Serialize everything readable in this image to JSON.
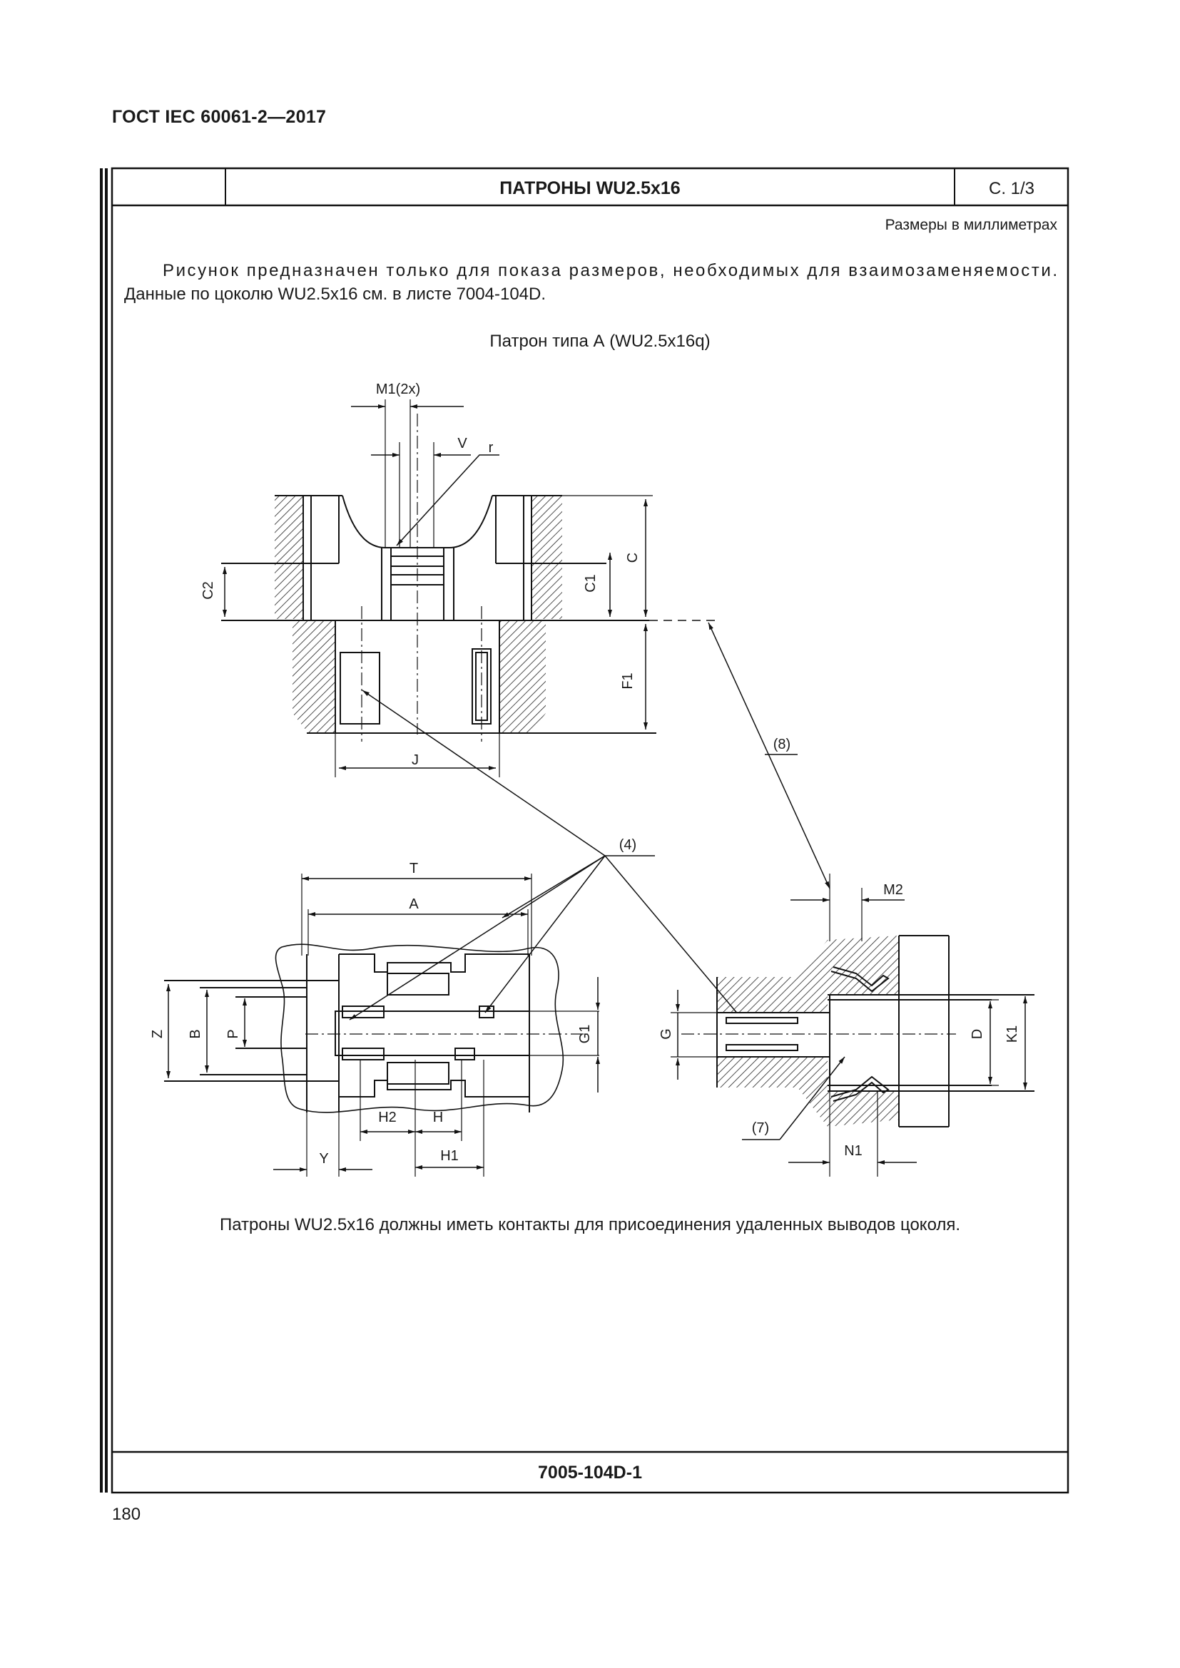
{
  "header": {
    "standard": "ГОСТ IEC 60061-2—2017"
  },
  "sheet": {
    "title": "ПАТРОНЫ WU2.5x16",
    "page": "С. 1/3",
    "units_note": "Размеры в миллиметрах",
    "intro_line1": "Рисунок предназначен только для показа размеров, необходимых для взаимозаменяемости.",
    "intro_line2": "Данные по цоколю WU2.5x16 см. в листе 7004-104D.",
    "figure_title": "Патрон типа А (WU2.5x16q)",
    "note": "Патроны WU2.5x16 должны иметь контакты для присоединения удаленных выводов цоколя.",
    "sheet_number": "7005-104D-1"
  },
  "drawing_labels": {
    "m1": "M1(2x)",
    "v": "V",
    "r": "r",
    "c": "C",
    "c1": "C1",
    "c2": "C2",
    "f1": "F1",
    "j": "J",
    "ref8": "(8)",
    "ref4": "(4)",
    "ref7": "(7)",
    "t": "T",
    "a": "A",
    "z": "Z",
    "b": "B",
    "p": "P",
    "g1": "G1",
    "h2": "H2",
    "h": "H",
    "h1": "H1",
    "y": "Y",
    "m2": "M2",
    "g": "G",
    "d": "D",
    "k1": "K1",
    "n1": "N1"
  },
  "footer": {
    "page_number": "180"
  }
}
